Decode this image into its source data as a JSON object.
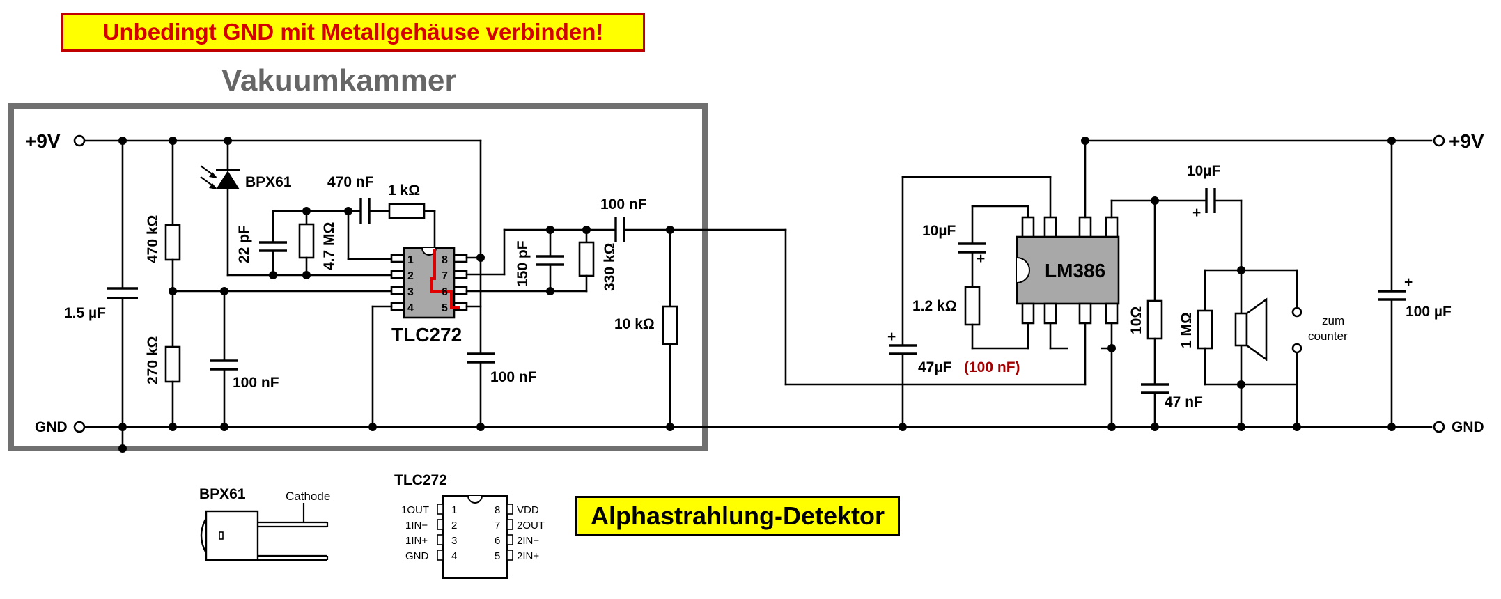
{
  "banner": {
    "warning": "Unbedingt GND mit Metallgehäuse verbinden!",
    "title": "Alphastrahlung-Detektor"
  },
  "enclosure": {
    "label": "Vakuumkammer"
  },
  "rails": {
    "v9_left": "+9V",
    "v9_right": "+9V",
    "gnd_left": "GND",
    "gnd_right": "GND"
  },
  "components": {
    "c_1_5uF": "1.5 µF",
    "r_470k": "470 kΩ",
    "r_270k": "270 kΩ",
    "c_100nF_bias": "100 nF",
    "d_bpx61": "BPX61",
    "c_22pF": "22 pF",
    "r_4_7M": "4.7 MΩ",
    "c_470nF": "470 nF",
    "r_1k": "1 kΩ",
    "u_tlc272": "TLC272",
    "c_100nF_decoupling": "100 nF",
    "c_150pF": "150 pF",
    "r_330k": "330 kΩ",
    "c_100nF_coupling": "100 nF",
    "r_10k": "10 kΩ",
    "c_10uF_gain": "10µF",
    "r_1_2k": "1.2 kΩ",
    "c_47uF": "47µF",
    "c_47uF_alt": "(100 nF)",
    "u_lm386": "LM386",
    "c_10uF_out": "10µF",
    "r_10ohm": "10Ω",
    "c_47nF": "47 nF",
    "r_1M": "1 MΩ",
    "counter_out": [
      "zum",
      "counter"
    ],
    "c_100uF": "100 µF"
  },
  "tlc272_pins": {
    "left": [
      "1",
      "2",
      "3",
      "4"
    ],
    "right": [
      "8",
      "7",
      "6",
      "5"
    ]
  },
  "pinout_bpx61": {
    "title": "BPX61",
    "cathode": "Cathode"
  },
  "pinout_tlc272": {
    "title": "TLC272",
    "left_names": [
      "1OUT",
      "1IN−",
      "1IN+",
      "GND"
    ],
    "left_numbers": [
      "1",
      "2",
      "3",
      "4"
    ],
    "right_names": [
      "VDD",
      "2OUT",
      "2IN−",
      "2IN+"
    ],
    "right_numbers": [
      "8",
      "7",
      "6",
      "5"
    ]
  },
  "colors": {
    "banner_fill": "#ffff00",
    "warning_text": "#d40000",
    "enclosure": "#707070",
    "ic_fill": "#a8a8a8",
    "highlight": "#e00000",
    "alt_value": "#a00000"
  }
}
